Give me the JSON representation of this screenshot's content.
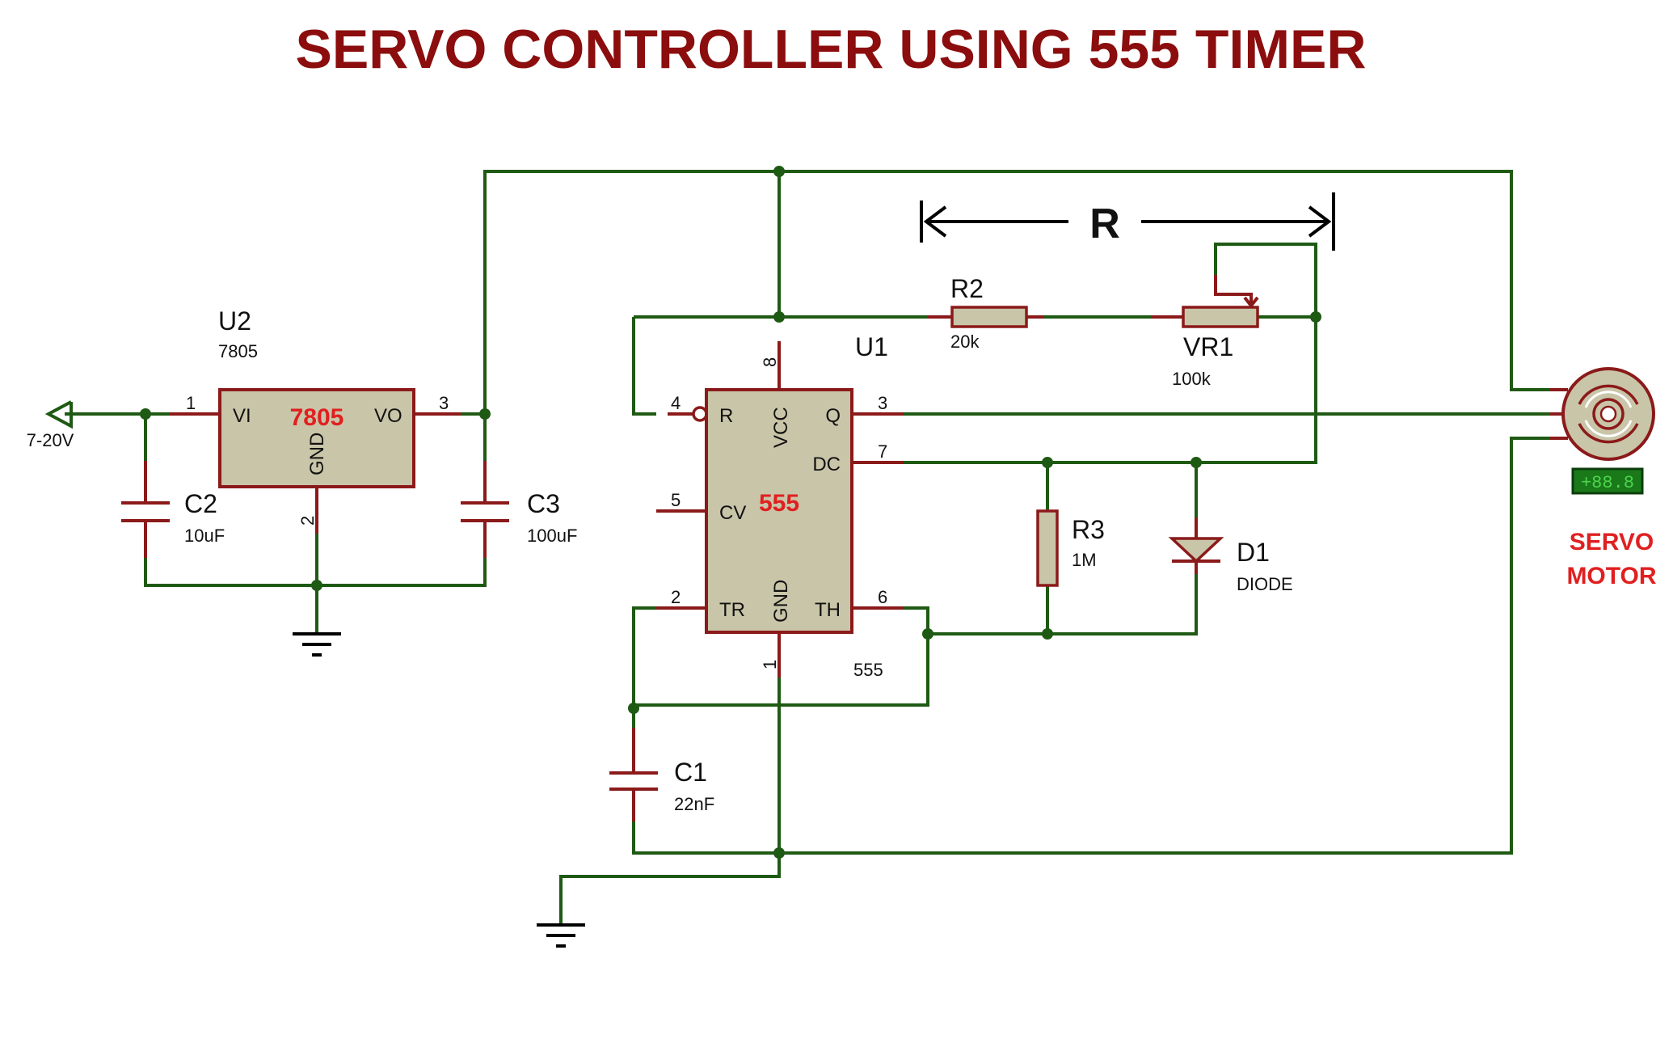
{
  "title": "SERVO CONTROLLER USING 555 TIMER",
  "colors": {
    "wire": "#1f5a14",
    "body": "#c9c5a8",
    "outline": "#8b1a1a",
    "title": "#8b0d0d",
    "accent": "#e02020"
  },
  "u2": {
    "ref": "U2",
    "value": "7805",
    "body_label": "7805",
    "pin_vi": "VI",
    "pin_vo": "VO",
    "pin_gnd": "GND",
    "n1": "1",
    "n2": "2",
    "n3": "3"
  },
  "input": {
    "label": "7-20V"
  },
  "c2": {
    "ref": "C2",
    "value": "10uF"
  },
  "c3": {
    "ref": "C3",
    "value": "100uF"
  },
  "u1": {
    "ref": "U1",
    "value": "555",
    "body_label": "555",
    "pins": {
      "r": "R",
      "vcc": "VCC",
      "q": "Q",
      "dc": "DC",
      "cv": "CV",
      "tr": "TR",
      "gnd": "GND",
      "th": "TH"
    },
    "nums": {
      "p1": "1",
      "p2": "2",
      "p3": "3",
      "p4": "4",
      "p5": "5",
      "p6": "6",
      "p7": "7",
      "p8": "8"
    }
  },
  "r2": {
    "ref": "R2",
    "value": "20k"
  },
  "vr1": {
    "ref": "VR1",
    "value": "100k"
  },
  "r3": {
    "ref": "R3",
    "value": "1M"
  },
  "d1": {
    "ref": "D1",
    "value": "DIODE"
  },
  "c1": {
    "ref": "C1",
    "value": "22nF"
  },
  "dimension": {
    "label": "R"
  },
  "servo": {
    "readout": "+88.8",
    "label_line1": "SERVO",
    "label_line2": "MOTOR"
  }
}
